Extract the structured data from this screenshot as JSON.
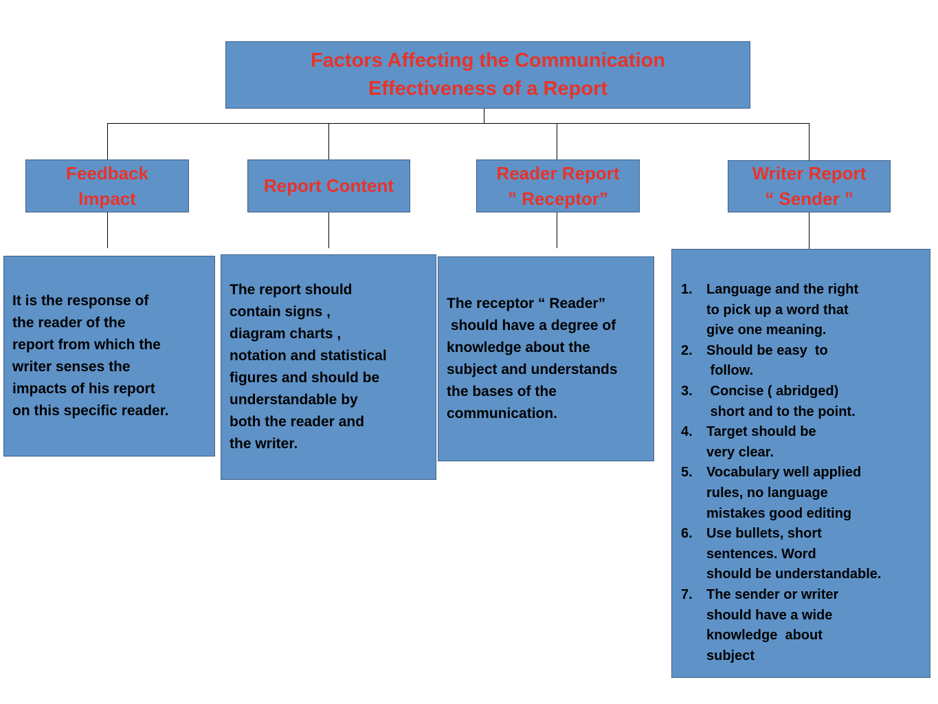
{
  "title": [
    "Factors Affecting the Communication",
    "Effectiveness of a Report"
  ],
  "categories": [
    {
      "id": "feedback",
      "heading": [
        "Feedback",
        "Impact"
      ],
      "description": [
        "It is the response of",
        "the reader of the",
        "report from which the",
        "writer senses the",
        "impacts of his report",
        "on this specific reader."
      ]
    },
    {
      "id": "content",
      "heading": [
        "Report Content"
      ],
      "description": [
        "The report should",
        "contain signs ,",
        "diagram charts ,",
        "notation and statistical",
        "figures and should be",
        "understandable by",
        "both the reader and",
        "the writer."
      ]
    },
    {
      "id": "reader",
      "heading": [
        "Reader Report",
        "” Receptor”"
      ],
      "description": [
        "The receptor “ Reader”",
        " should have a degree of",
        "knowledge about the",
        "subject and understands",
        "the bases of the",
        "communication."
      ]
    },
    {
      "id": "writer",
      "heading": [
        "Writer Report",
        "“ Sender ”"
      ],
      "list": [
        {
          "num": "1.",
          "lines": [
            "Language and the right",
            "to pick up a word that",
            "give one meaning."
          ]
        },
        {
          "num": "2.",
          "lines": [
            "Should be easy  to",
            " follow."
          ]
        },
        {
          "num": "3.",
          "lines": [
            " Concise ( abridged)",
            " short and to the point."
          ]
        },
        {
          "num": "4.",
          "lines": [
            "Target should be",
            "very clear."
          ]
        },
        {
          "num": "5.",
          "lines": [
            "Vocabulary well applied",
            "rules, no language",
            "mistakes good editing"
          ]
        },
        {
          "num": "6.",
          "lines": [
            "Use bullets, short",
            "sentences. Word",
            "should be understandable."
          ]
        },
        {
          "num": "7.",
          "lines": [
            "The sender or writer",
            "should have a wide",
            "knowledge  about",
            "subject"
          ]
        }
      ]
    }
  ],
  "colors": {
    "box_fill": "#5f93c8",
    "heading_text": "#e8332a",
    "body_text": "#000000",
    "connector": "#000000"
  }
}
